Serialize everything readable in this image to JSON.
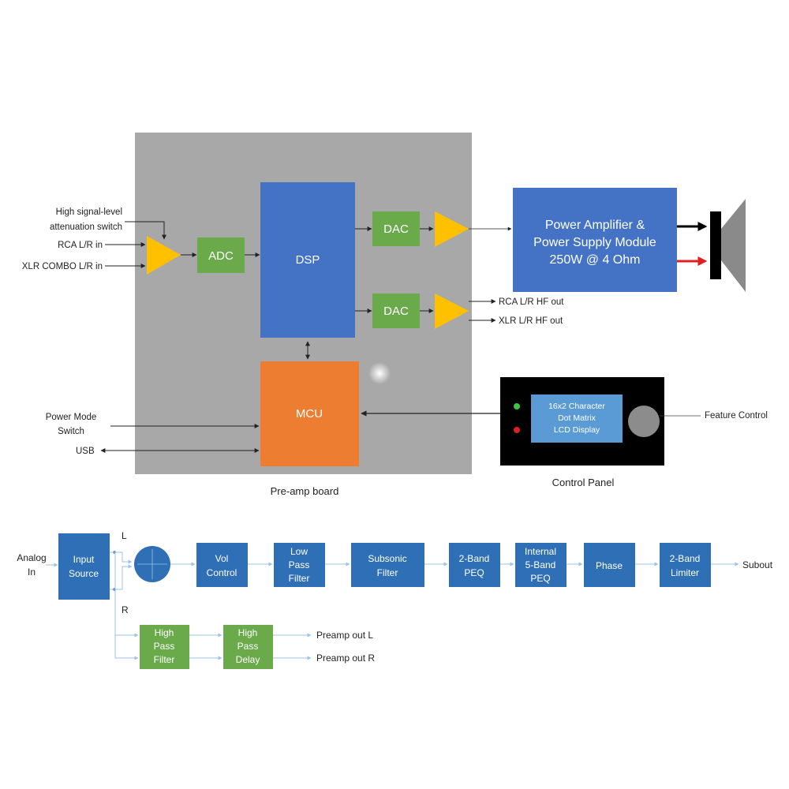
{
  "colors": {
    "board": "#a8a8a8",
    "blue": "#4472c4",
    "blue_dark": "#2e6fb5",
    "green": "#6aaa4a",
    "orange": "#ed7d31",
    "amp": "#ffc000",
    "panel": "#000000",
    "lcd": "#5b9bd5",
    "knob": "#8c8c8c",
    "flow_line": "#9dc3e6",
    "text": "#222222",
    "white": "#ffffff"
  },
  "top": {
    "inputs": {
      "attenuation_line1": "High  signal-level",
      "attenuation_line2": "attenuation switch",
      "rca_in": "RCA L/R in",
      "xlr_in": "XLR COMBO L/R in",
      "power_mode_line1": "Power Mode",
      "power_mode_line2": "Switch",
      "usb": "USB"
    },
    "blocks": {
      "adc": "ADC",
      "dsp": "DSP",
      "dac_top": "DAC",
      "dac_bottom": "DAC",
      "mcu": "MCU",
      "power_amp_line1": "Power Amplifier &",
      "power_amp_line2": "Power Supply Module",
      "power_amp_line3": "250W @ 4 Ohm",
      "lcd_line1": "16x2  Character",
      "lcd_line2": "Dot Matrix",
      "lcd_line3": "LCD Display"
    },
    "outputs": {
      "rca_out": "RCA L/R HF out",
      "xlr_out": "XLR L/R HF out",
      "feature_control": "Feature Control"
    },
    "captions": {
      "preamp_board": "Pre-amp board",
      "control_panel": "Control Panel"
    }
  },
  "bottom": {
    "analog_in_line1": "Analog",
    "analog_in_line2": "In",
    "input_source_line1": "Input",
    "input_source_line2": "Source",
    "channel_l": "L",
    "channel_r": "R",
    "vol_control_line1": "Vol",
    "vol_control_line2": "Control",
    "lpf_line1": "Low",
    "lpf_line2": "Pass",
    "lpf_line3": "Filter",
    "subsonic_line1": "Subsonic",
    "subsonic_line2": "Filter",
    "peq2_line1": "2-Band",
    "peq2_line2": "PEQ",
    "peq5_line1": "Internal",
    "peq5_line2": "5-Band",
    "peq5_line3": "PEQ",
    "phase": "Phase",
    "limiter_line1": "2-Band",
    "limiter_line2": "Limiter",
    "subout": "Subout",
    "hpf_line1": "High",
    "hpf_line2": "Pass",
    "hpf_line3": "Filter",
    "hpd_line1": "High",
    "hpd_line2": "Pass",
    "hpd_line3": "Delay",
    "preamp_out_l": "Preamp out L",
    "preamp_out_r": "Preamp out R"
  }
}
